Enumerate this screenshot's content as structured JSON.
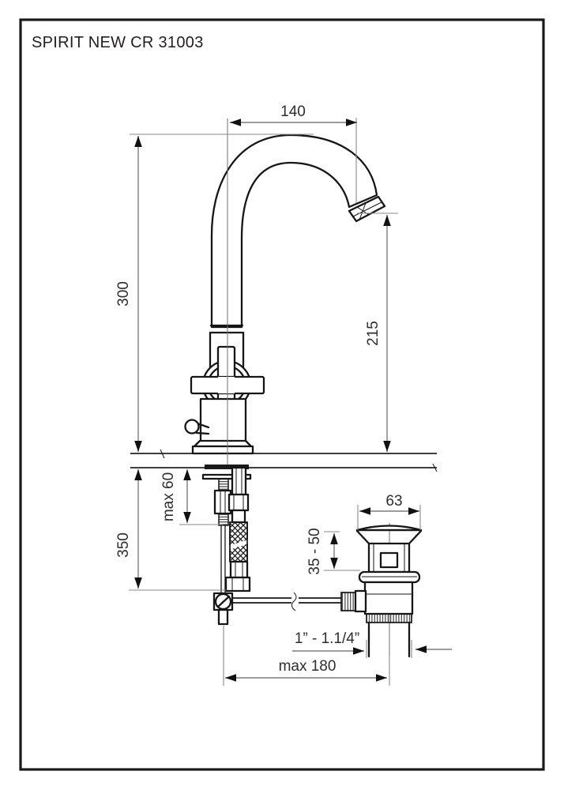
{
  "title": "SPIRIT NEW CR 31003",
  "dimensions": {
    "spout_reach": "140",
    "overall_height": "300",
    "spout_outlet_height": "215",
    "below_deck_clearance": "350",
    "deck_thickness_max": "max 60",
    "waste_top_diameter": "63",
    "waste_height_range": "35 - 50",
    "waste_thread_size": "1” - 1.1/4”",
    "rod_reach_max": "max 180"
  }
}
